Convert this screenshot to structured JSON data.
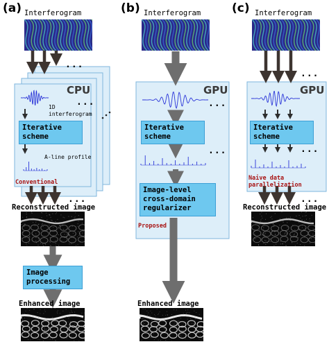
{
  "panels": [
    {
      "label": "(a)",
      "interferogram_title": "Interferogram",
      "unit": "CPU",
      "signal_label": "1D interferogram",
      "box1": "Iterative scheme",
      "profile_label": "A-line profile",
      "tag": "Conventional",
      "reconstructed_title": "Reconstructed image",
      "box2": "Image processing",
      "enhanced_title": "Enhanced image"
    },
    {
      "label": "(b)",
      "interferogram_title": "Interferogram",
      "unit": "GPU",
      "box1": "Iterative scheme",
      "box2": "Image-level cross-domain regularizer",
      "tag": "Proposed",
      "enhanced_title": "Enhanced image"
    },
    {
      "label": "(c)",
      "interferogram_title": "Interferogram",
      "unit": "GPU",
      "box1": "Iterative scheme",
      "tag": "Naive data parallelization",
      "reconstructed_title": "Reconstructed image"
    }
  ],
  "ellipsis": "...",
  "colors": {
    "panel_fill": "#ddeef9",
    "panel_border": "#7fb6dd",
    "box_fill": "#6ec8ef",
    "arrow_dark": "#3d3430",
    "arrow_gray": "#6e6e6e",
    "tag_red": "#a81414",
    "signal_blue": "#2a34d8"
  }
}
